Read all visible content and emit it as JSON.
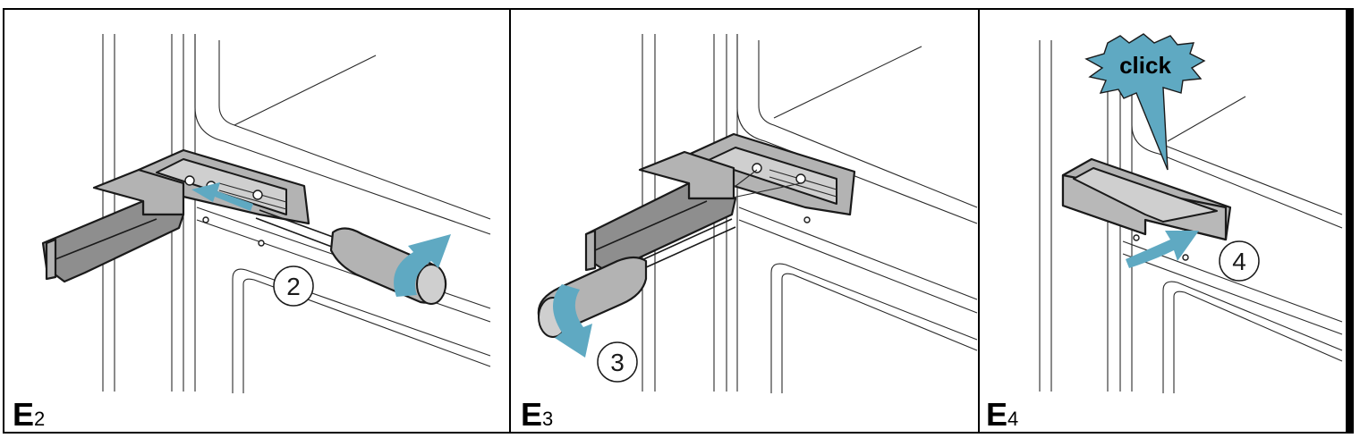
{
  "panels": [
    {
      "label_main": "E",
      "label_sub": "2",
      "step_number": "2",
      "tool": "screwdriver-icon",
      "arrow": "push-arrow"
    },
    {
      "label_main": "E",
      "label_sub": "3",
      "step_number": "3",
      "tool": "screwdriver-icon",
      "arrow": "turn-arrow"
    },
    {
      "label_main": "E",
      "label_sub": "4",
      "step_number": "4",
      "callout": "click",
      "arrow": "swing-arrow"
    }
  ],
  "colors": {
    "arrow": "#5fa9c2",
    "part": "#b3b3b3",
    "outline": "#1a1a1a"
  }
}
